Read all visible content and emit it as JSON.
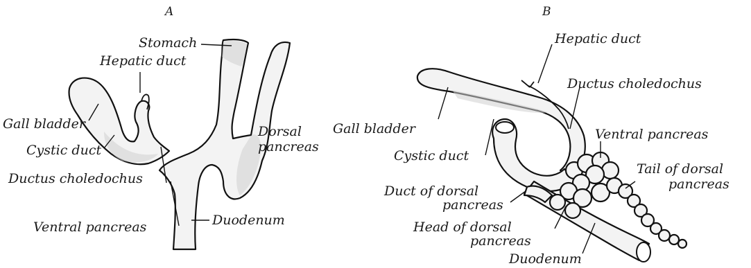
{
  "panels": {
    "a": {
      "letter": "A",
      "labels": {
        "stomach": "Stomach",
        "hepatic_duct": "Hepatic duct",
        "gall_bladder": "Gall bladder",
        "cystic_duct": "Cystic duct",
        "ductus_choledochus": "Ductus choledochus",
        "dorsal_pancreas_1": "Dorsal",
        "dorsal_pancreas_2": "pancreas",
        "ventral_pancreas": "Ventral pancreas",
        "duodenum": "Duodenum"
      }
    },
    "b": {
      "letter": "B",
      "labels": {
        "hepatic_duct": "Hepatic duct",
        "ductus_choledochus": "Ductus choledochus",
        "gall_bladder": "Gall bladder",
        "cystic_duct": "Cystic duct",
        "ventral_pancreas": "Ventral pancreas",
        "tail_dorsal_1": "Tail of dorsal",
        "tail_dorsal_2": "pancreas",
        "duct_dorsal_1": "Duct of dorsal",
        "duct_dorsal_2": "pancreas",
        "head_dorsal_1": "Head of dorsal",
        "head_dorsal_2": "pancreas",
        "duodenum": "Duodenum"
      }
    }
  }
}
